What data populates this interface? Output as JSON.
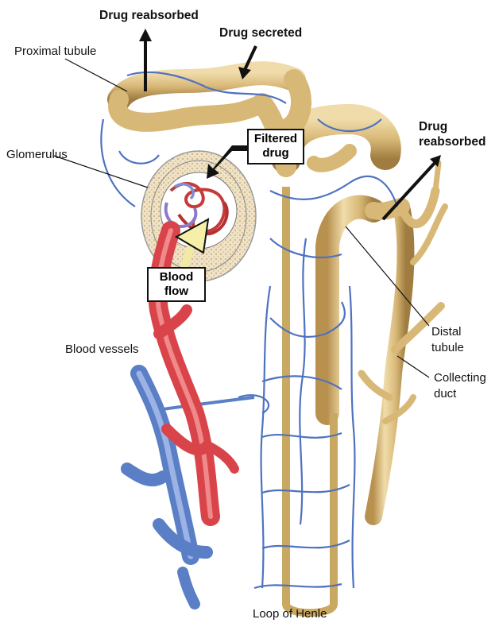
{
  "labels": {
    "drug_reabsorbed_top": "Drug reabsorbed",
    "drug_secreted": "Drug secreted",
    "proximal_tubule": "Proximal tubule",
    "glomerulus": "Glomerulus",
    "filtered_drug_line1": "Filtered",
    "filtered_drug_line2": "drug",
    "drug_reabsorbed_right_line1": "Drug",
    "drug_reabsorbed_right_line2": "reabsorbed",
    "blood_flow_line1": "Blood",
    "blood_flow_line2": "flow",
    "blood_vessels": "Blood vessels",
    "distal_tubule_line1": "Distal",
    "distal_tubule_line2": "tubule",
    "collecting_duct_line1": "Collecting",
    "collecting_duct_line2": "duct",
    "loop_of_henle": "Loop of Henle"
  },
  "colors": {
    "tubule": "#d8b877",
    "tubule_highlight": "#f2dfb0",
    "tubule_shadow": "#a8864a",
    "vein": "#5b7fc6",
    "vein_light": "#9db3e6",
    "artery": "#d9444a",
    "artery_light": "#f08a8a",
    "capsule": "#efe2c6",
    "arrow": "#111111"
  }
}
